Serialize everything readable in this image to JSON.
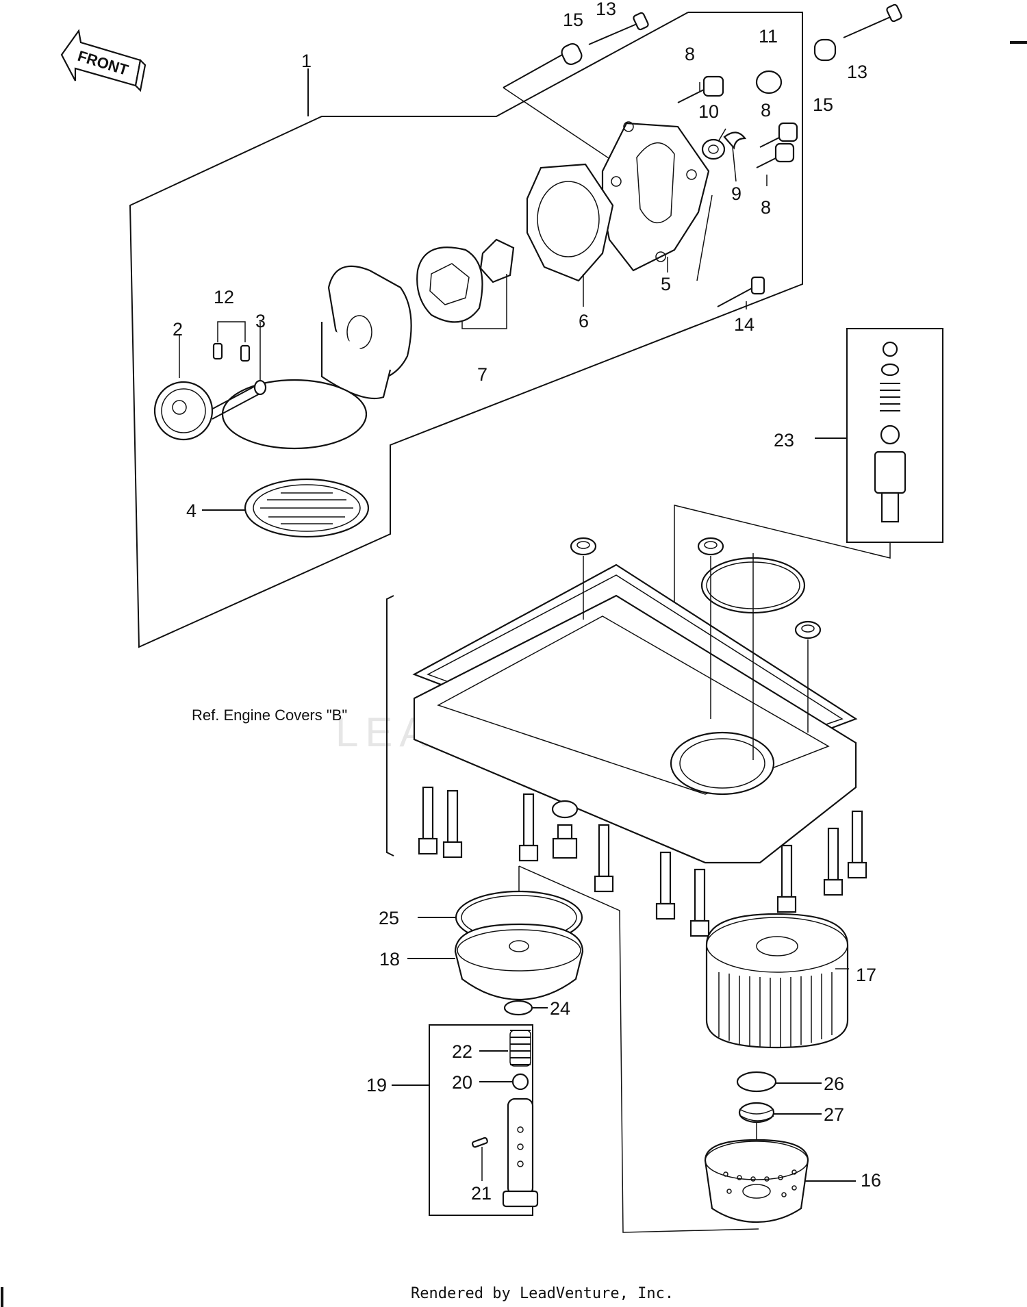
{
  "diagram": {
    "front_arrow_label": "FRONT",
    "reference_note": "Ref.  Engine Covers \"B\"",
    "watermark": "LEADVENTURE",
    "credit": "Rendered by LeadVenture, Inc.",
    "callouts": [
      "1",
      "2",
      "3",
      "4",
      "5",
      "6",
      "7",
      "8",
      "9",
      "10",
      "11",
      "12",
      "13",
      "14",
      "15",
      "16",
      "17",
      "18",
      "19",
      "20",
      "21",
      "22",
      "23",
      "24",
      "25",
      "26",
      "27"
    ]
  }
}
